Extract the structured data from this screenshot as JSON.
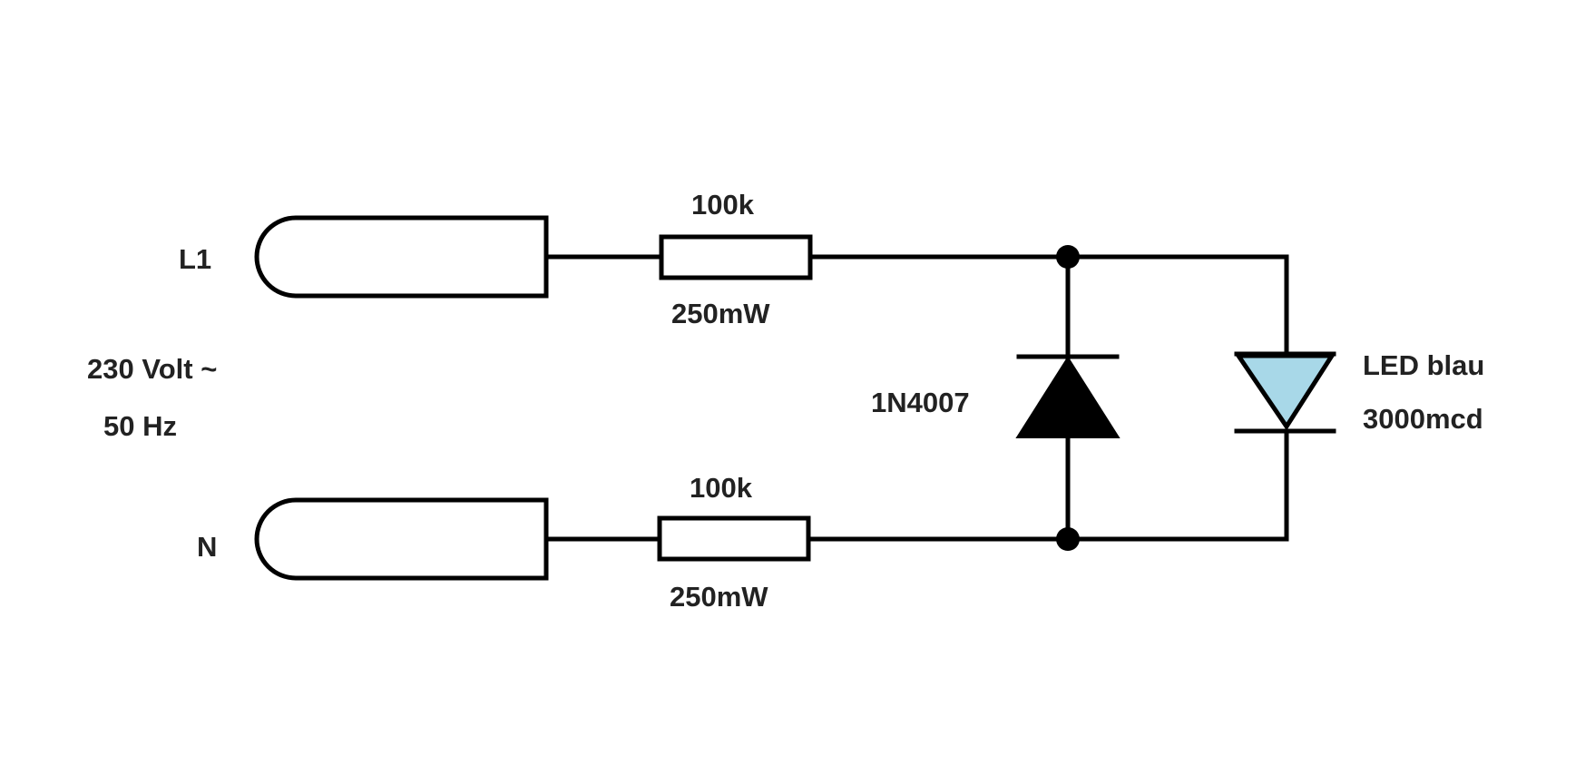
{
  "labels": {
    "line": "L1",
    "neutral": "N",
    "supply_voltage": "230 Volt ~",
    "supply_frequency": "50 Hz",
    "r1_value": "100k",
    "r1_power": "250mW",
    "r2_value": "100k",
    "r2_power": "250mW",
    "diode": "1N4007",
    "led_name": "LED blau",
    "led_intensity": "3000mcd"
  },
  "colors": {
    "wire": "#000000",
    "led_fill": "#a8d8e8",
    "diode_fill": "#000000",
    "text": "#222222"
  }
}
